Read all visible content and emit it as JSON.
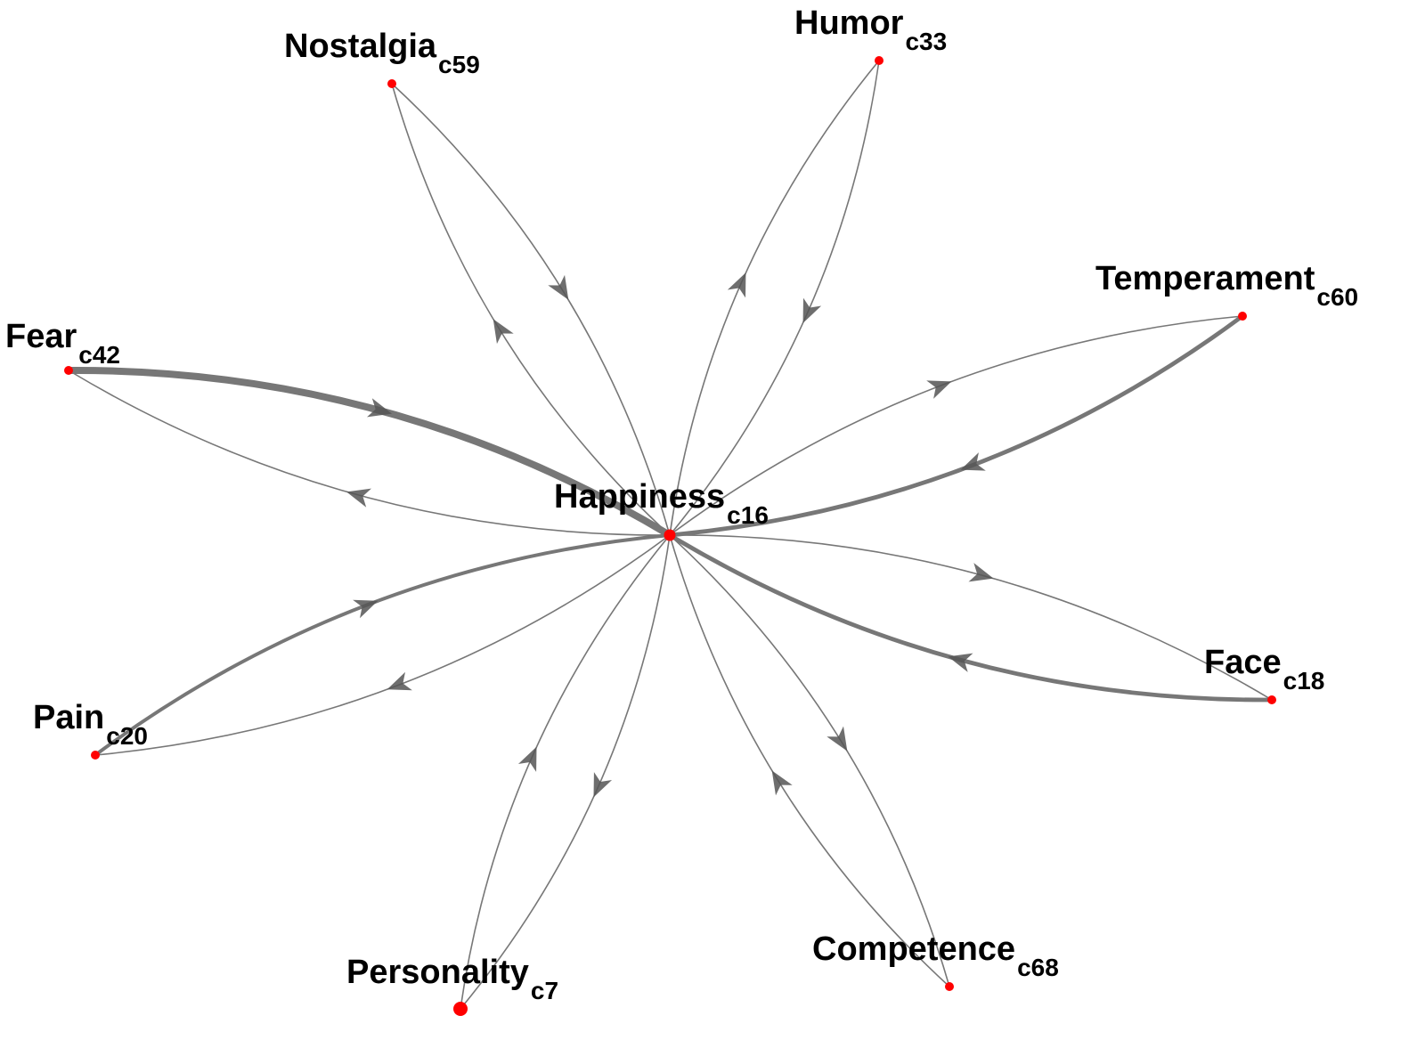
{
  "colors": {
    "edge": "#777777",
    "arrow": "#555555",
    "node": "#ff0000",
    "label": "#000000"
  },
  "graph": {
    "center": {
      "name": "Happiness",
      "code": "c16"
    },
    "nodes": [
      {
        "id": "nostalgia",
        "name": "Nostalgia",
        "code": "c59"
      },
      {
        "id": "humor",
        "name": "Humor",
        "code": "c33"
      },
      {
        "id": "temperament",
        "name": "Temperament",
        "code": "c60"
      },
      {
        "id": "fear",
        "name": "Fear",
        "code": "c42"
      },
      {
        "id": "face",
        "name": "Face",
        "code": "c18"
      },
      {
        "id": "pain",
        "name": "Pain",
        "code": "c20"
      },
      {
        "id": "personality",
        "name": "Personality",
        "code": "c7"
      },
      {
        "id": "competence",
        "name": "Competence",
        "code": "c68"
      }
    ],
    "edges": [
      {
        "from": "nostalgia",
        "to": "happiness",
        "weight": 1
      },
      {
        "from": "happiness",
        "to": "nostalgia",
        "weight": 1
      },
      {
        "from": "humor",
        "to": "happiness",
        "weight": 1
      },
      {
        "from": "happiness",
        "to": "humor",
        "weight": 1
      },
      {
        "from": "temperament",
        "to": "happiness",
        "weight": 3
      },
      {
        "from": "happiness",
        "to": "temperament",
        "weight": 1
      },
      {
        "from": "fear",
        "to": "happiness",
        "weight": 5
      },
      {
        "from": "happiness",
        "to": "fear",
        "weight": 1
      },
      {
        "from": "face",
        "to": "happiness",
        "weight": 3
      },
      {
        "from": "happiness",
        "to": "face",
        "weight": 1
      },
      {
        "from": "pain",
        "to": "happiness",
        "weight": 2.5
      },
      {
        "from": "happiness",
        "to": "pain",
        "weight": 1
      },
      {
        "from": "personality",
        "to": "happiness",
        "weight": 1
      },
      {
        "from": "happiness",
        "to": "personality",
        "weight": 1
      },
      {
        "from": "competence",
        "to": "happiness",
        "weight": 1
      },
      {
        "from": "happiness",
        "to": "competence",
        "weight": 1
      }
    ]
  }
}
